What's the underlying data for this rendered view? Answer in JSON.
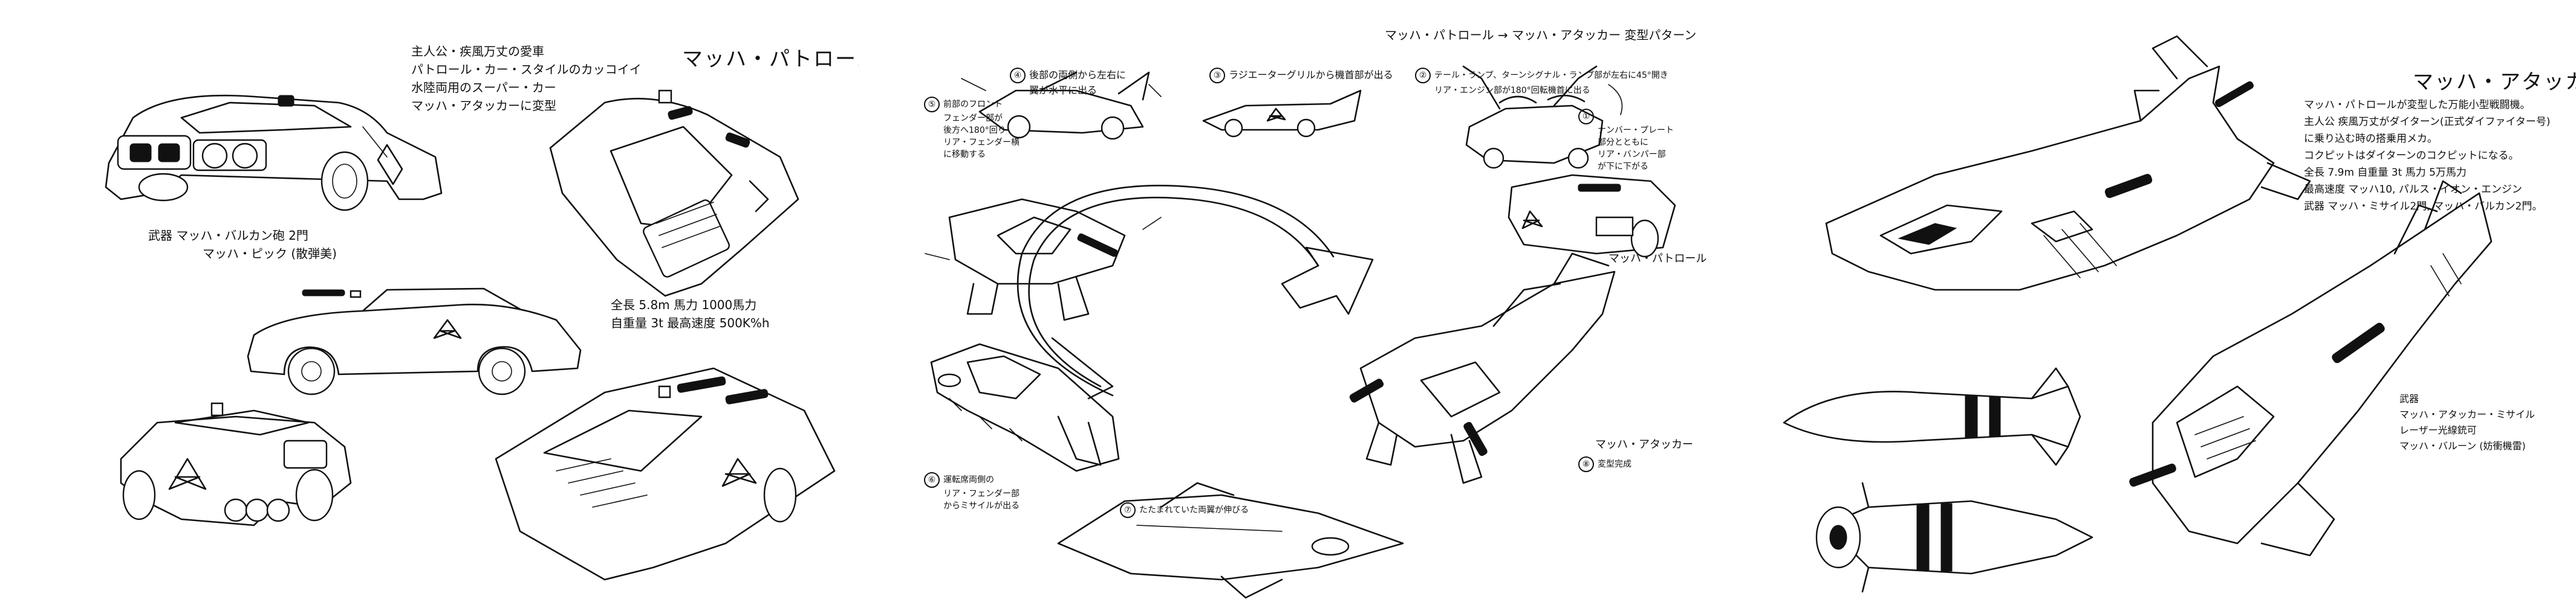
{
  "panel1": {
    "title": "マッハ・パトロール",
    "notes": [
      "主人公・疾風万丈の愛車",
      "パトロール・カー・スタイルのカッコイイ",
      "水陸両用のスーパー・カー",
      "マッハ・アタッカーに変型"
    ],
    "weapons": [
      "武器  マッハ・バルカン砲 2門",
      "マッハ・ピック (散弾美)"
    ],
    "specs": [
      "全長  5.8m   馬力  1000馬力",
      "自重量  3t   最高速度 500K%h"
    ]
  },
  "panel2": {
    "header": "マッハ・パトロール → マッハ・アタッカー  変型パターン",
    "steps": [
      {
        "num": "④",
        "text": [
          "後部の両側から左右に",
          "翼が水平に出る"
        ]
      },
      {
        "num": "③",
        "text": [
          "ラジエーターグリルから機首部が出る"
        ]
      },
      {
        "num": "②",
        "text": [
          "テール・ランプ、ターンシグナル・ランプ部が左右に45°開き",
          "リア・エンジン部が180°回転機首に出る"
        ]
      },
      {
        "num": "①",
        "text": [
          "ナンバー・プレート",
          "部分とともに",
          "リア・バンパー部",
          "が下に下がる"
        ]
      },
      {
        "num": "⑤",
        "text": [
          "前部のフロント",
          "フェンダー部が",
          "後方へ180°回り",
          "リア・フェンダー横",
          "に移動する"
        ]
      },
      {
        "num": "⑥",
        "text": [
          "運転席両側の",
          "リア・フェンダー部",
          "からミサイルが出る"
        ]
      },
      {
        "num": "⑦",
        "text": [
          "たたまれていた両翼が伸びる"
        ]
      },
      {
        "num": "⑧",
        "text": [
          "変型完成"
        ]
      }
    ],
    "label_patrol": "マッハ・パトロール",
    "label_attacker": "マッハ・アタッカー"
  },
  "panel3": {
    "title": "マッハ・アタッカー",
    "notes": [
      "マッハ・パトロールが変型した万能小型戦闘機。",
      "主人公 疾風万丈がダイターン(正式ダイファイター号)",
      "に乗り込む時の搭乗用メカ。",
      "コクピットはダイターンのコクピットになる。",
      "全長  7.9m   自重量  3t   馬力  5万馬力",
      "最高速度  マッハ10,  パルス・イオン・エンジン",
      "武器  マッハ・ミサイル2門,  マッハ・バルカン2門。"
    ],
    "weapons_head": "武器",
    "weapons": [
      "マッハ・アタッカー・ミサイル",
      "レーザー光線銃可",
      "マッハ・バルーン (妨衝機雷)"
    ]
  }
}
